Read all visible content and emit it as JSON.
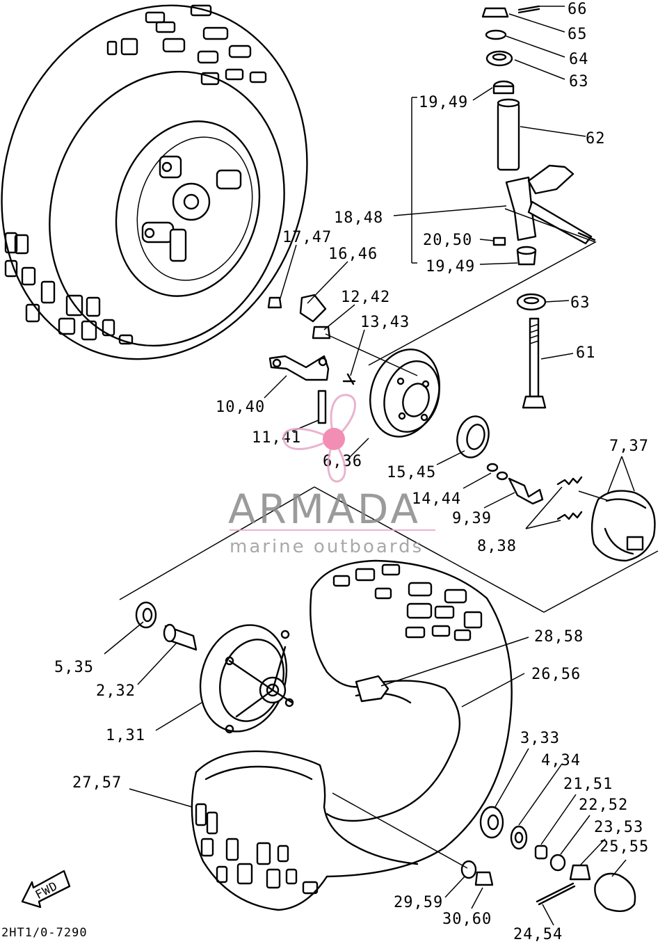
{
  "drawing_code": "2HT1/0-7290",
  "fwd_label": "FWD",
  "watermark": {
    "brand": "ARMADA",
    "tagline": "marine outboards",
    "logo_color": "#e6a6c6",
    "logo_center_color": "#f07aa8",
    "text_color": "#8a8a8a"
  },
  "callouts": {
    "c66": "66",
    "c65": "65",
    "c64": "64",
    "c63a": "63",
    "c19_49a": "19,49",
    "c62": "62",
    "c18_48": "18,48",
    "c20_50": "20,50",
    "c19_49b": "19,49",
    "c63b": "63",
    "c17_47": "17,47",
    "c16_46": "16,46",
    "c12_42": "12,42",
    "c13_43": "13,43",
    "c61": "61",
    "c10_40": "10,40",
    "c11_41": "11,41",
    "c6_36": "6,36",
    "c15_45": "15,45",
    "c7_37": "7,37",
    "c14_44": "14,44",
    "c9_39": "9,39",
    "c8_38": "8,38",
    "c28_58": "28,58",
    "c5_35": "5,35",
    "c26_56": "26,56",
    "c2_32": "2,32",
    "c1_31": "1,31",
    "c3_33": "3,33",
    "c4_34": "4,34",
    "c27_57": "27,57",
    "c21_51": "21,51",
    "c22_52": "22,52",
    "c23_53": "23,53",
    "c25_55": "25,55",
    "c29_59": "29,59",
    "c30_60": "30,60",
    "c24_54": "24,54"
  }
}
